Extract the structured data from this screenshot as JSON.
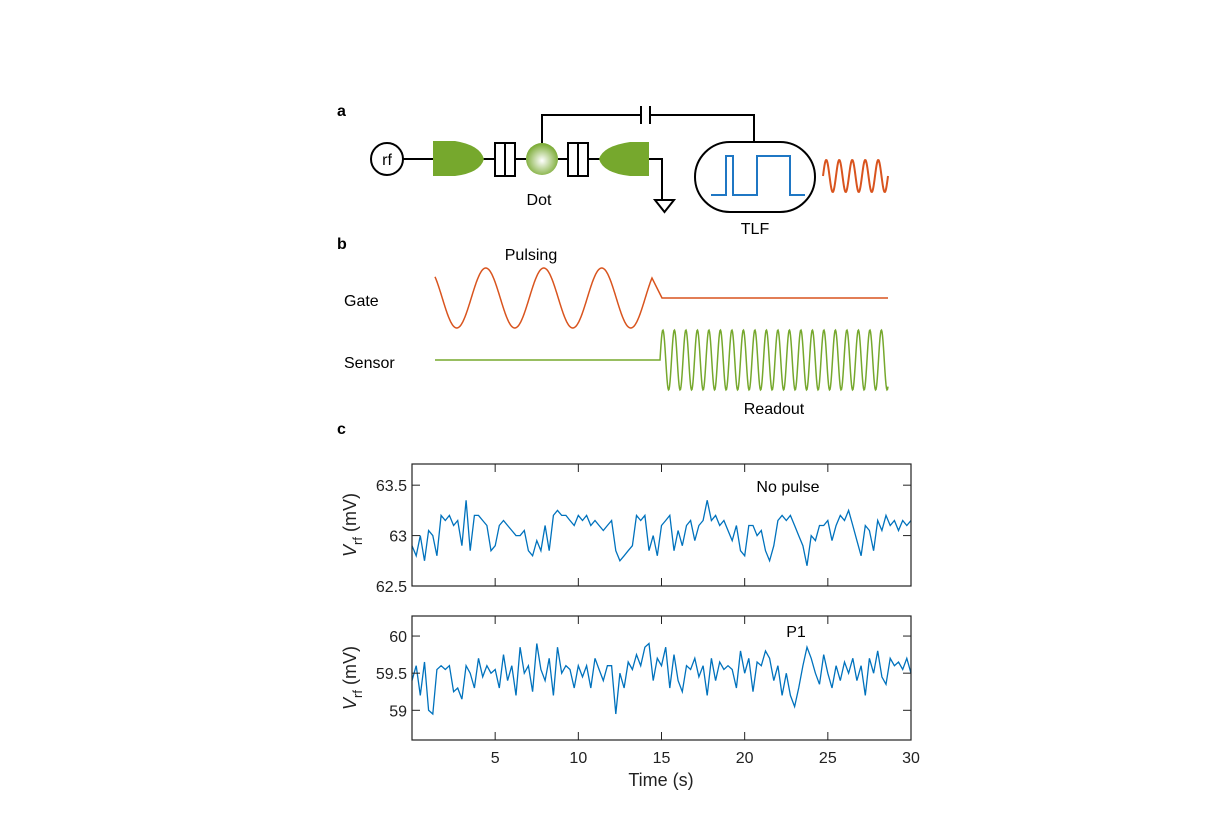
{
  "panels": {
    "a": "a",
    "b": "b",
    "c": "c"
  },
  "diagram": {
    "source_label": "rf",
    "dot_label": "Dot",
    "tlf_label": "TLF",
    "colors": {
      "gate": "#76a82d",
      "tlf_wave": "#1f77c4",
      "ac": "#d9541e",
      "sensor": "#76a82d"
    }
  },
  "pulse_scheme": {
    "pulsing_label": "Pulsing",
    "gate_label": "Gate",
    "sensor_label": "Sensor",
    "readout_label": "Readout"
  },
  "chart_data": [
    {
      "type": "line",
      "annotation": "No pulse",
      "xlabel": "Time (s)",
      "ylabel_main": "V",
      "ylabel_sub": "rf",
      "ylabel_unit": "(mV)",
      "xlim": [
        0,
        30
      ],
      "ylim": [
        62.5,
        63.71
      ],
      "yticks": [
        "62.5",
        "63",
        "63.5"
      ],
      "ytick_values": [
        62.5,
        63,
        63.5
      ],
      "color": "#0072bd",
      "values": [
        62.9,
        62.8,
        63.0,
        62.75,
        63.05,
        63.0,
        62.8,
        63.2,
        63.15,
        63.2,
        63.1,
        63.15,
        62.9,
        63.35,
        62.85,
        63.2,
        63.2,
        63.15,
        63.1,
        62.85,
        62.9,
        63.1,
        63.15,
        63.1,
        63.05,
        63.0,
        63.0,
        63.05,
        62.85,
        62.8,
        62.95,
        62.85,
        63.1,
        62.85,
        63.2,
        63.25,
        63.2,
        63.2,
        63.15,
        63.1,
        63.2,
        63.15,
        63.2,
        63.1,
        63.15,
        63.1,
        63.05,
        63.1,
        63.15,
        62.85,
        62.75,
        62.8,
        62.85,
        62.9,
        63.2,
        63.15,
        63.2,
        62.85,
        63.0,
        62.8,
        63.1,
        63.15,
        63.2,
        62.85,
        63.05,
        62.9,
        63.1,
        63.15,
        62.95,
        63.1,
        63.15,
        63.35,
        63.15,
        63.2,
        63.1,
        63.15,
        63.05,
        62.95,
        63.1,
        62.85,
        62.8,
        63.1,
        63.1,
        63.0,
        63.05,
        62.85,
        62.75,
        62.9,
        63.15,
        63.2,
        63.15,
        63.2,
        63.1,
        63.0,
        62.9,
        62.7,
        63.0,
        62.95,
        63.1,
        63.1,
        63.15,
        62.95,
        63.1,
        63.2,
        63.15,
        63.25,
        63.1,
        62.95,
        62.8,
        63.1,
        63.05,
        62.85,
        63.15,
        63.05,
        63.2,
        63.1,
        63.15,
        63.05,
        63.15,
        63.1,
        63.15
      ]
    },
    {
      "type": "line",
      "annotation": "P1",
      "xlabel": "Time (s)",
      "ylabel_main": "V",
      "ylabel_sub": "rf",
      "ylabel_unit": "(mV)",
      "xlim": [
        0,
        30
      ],
      "ylim": [
        58.6,
        60.27
      ],
      "yticks": [
        "59",
        "59.5",
        "60"
      ],
      "ytick_values": [
        59,
        59.5,
        60
      ],
      "xticks": [
        "5",
        "10",
        "15",
        "20",
        "25",
        "30"
      ],
      "xtick_values": [
        5,
        10,
        15,
        20,
        25,
        30
      ],
      "color": "#0072bd",
      "values": [
        59.4,
        59.6,
        59.2,
        59.65,
        59.0,
        58.95,
        59.55,
        59.6,
        59.55,
        59.6,
        59.25,
        59.3,
        59.15,
        59.6,
        59.5,
        59.3,
        59.7,
        59.45,
        59.6,
        59.5,
        59.55,
        59.3,
        59.75,
        59.4,
        59.6,
        59.2,
        59.85,
        59.5,
        59.6,
        59.25,
        59.9,
        59.55,
        59.4,
        59.7,
        59.2,
        59.85,
        59.5,
        59.6,
        59.55,
        59.3,
        59.6,
        59.45,
        59.6,
        59.3,
        59.7,
        59.55,
        59.4,
        59.6,
        59.6,
        58.95,
        59.5,
        59.3,
        59.65,
        59.55,
        59.75,
        59.6,
        59.85,
        59.9,
        59.4,
        59.7,
        59.6,
        59.85,
        59.3,
        59.75,
        59.4,
        59.25,
        59.6,
        59.55,
        59.7,
        59.45,
        59.6,
        59.2,
        59.7,
        59.4,
        59.65,
        59.55,
        59.6,
        59.55,
        59.3,
        59.8,
        59.5,
        59.7,
        59.25,
        59.65,
        59.6,
        59.8,
        59.7,
        59.4,
        59.6,
        59.2,
        59.5,
        59.2,
        59.05,
        59.3,
        59.6,
        59.85,
        59.7,
        59.5,
        59.35,
        59.75,
        59.5,
        59.3,
        59.6,
        59.4,
        59.65,
        59.5,
        59.7,
        59.4,
        59.6,
        59.2,
        59.7,
        59.5,
        59.8,
        59.45,
        59.35,
        59.7,
        59.6,
        59.65,
        59.55,
        59.7,
        59.5
      ]
    }
  ]
}
